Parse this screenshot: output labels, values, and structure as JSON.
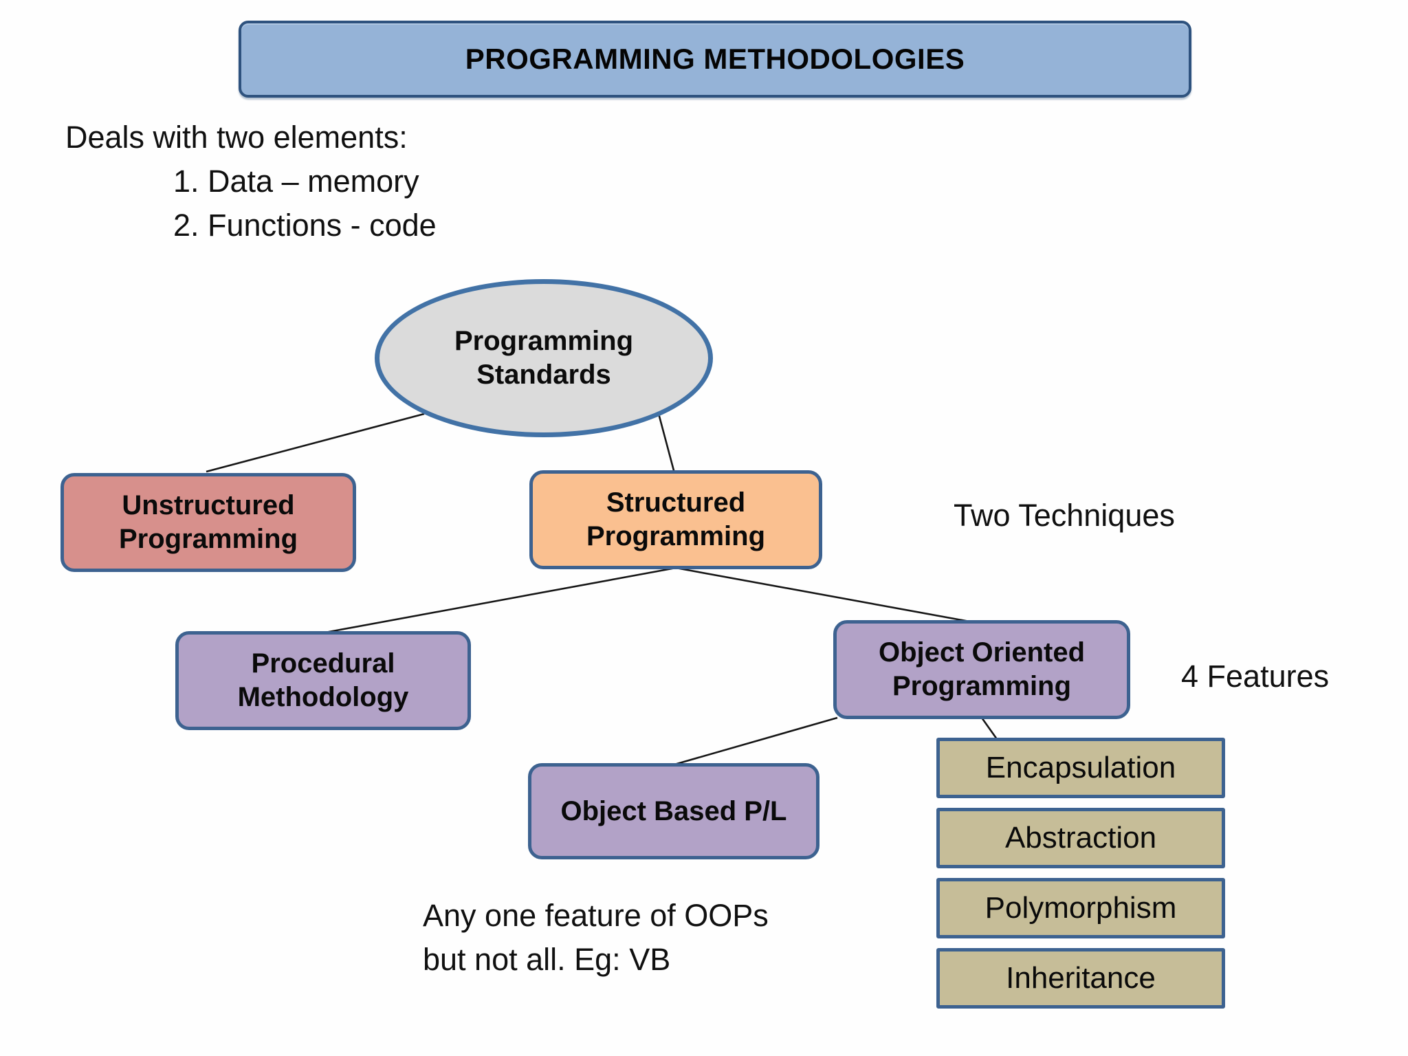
{
  "slide": {
    "title": "PROGRAMMING METHODOLOGIES",
    "intro": {
      "heading": "Deals with two elements:",
      "items": [
        "1. Data – memory",
        "2. Functions - code"
      ]
    },
    "root": {
      "label": "Programming Standards"
    },
    "nodes": {
      "unstructured": {
        "label": "Unstructured Programming",
        "fill": "#d7908c"
      },
      "structured": {
        "label": "Structured Programming",
        "fill": "#fac090"
      },
      "procedural": {
        "label": "Procedural Methodology",
        "fill": "#b2a2c7"
      },
      "oop": {
        "label": "Object Oriented Programming",
        "fill": "#b2a2c7"
      },
      "object_based": {
        "label": "Object Based P/L",
        "fill": "#b2a2c7"
      }
    },
    "features": [
      "Encapsulation",
      "Abstraction",
      "Polymorphism",
      "Inheritance"
    ],
    "annotations": {
      "two_techniques": "Two Techniques",
      "four_features": "4 Features",
      "oops_note": "Any one feature of OOPs\nbut not all. Eg: VB"
    },
    "colors": {
      "title_fill": "#95b3d7",
      "title_border": "#2e527e",
      "node_border": "#3d6290",
      "ellipse_fill": "#dbdbdb",
      "ellipse_border": "#4272a6",
      "salmon": "#d7908c",
      "orange": "#fac090",
      "purple": "#b2a2c7",
      "tan": "#c6bd98",
      "connector": "#161616"
    }
  }
}
